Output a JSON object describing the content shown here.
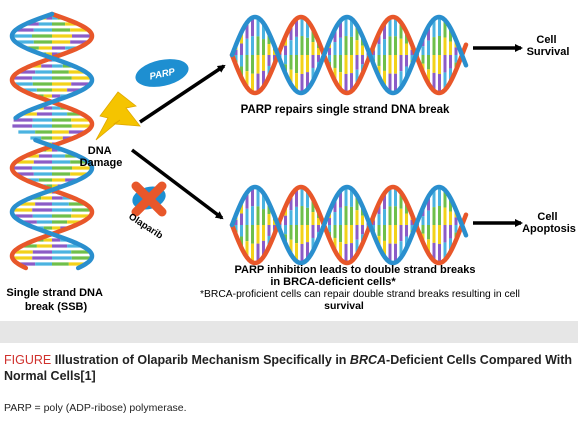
{
  "diagram": {
    "cell_survival": "Cell\nSurvival",
    "cell_apoptosis": "Cell\nApoptosis",
    "parp_repairs": "PARP repairs single strand DNA break",
    "parp_badge": "PARP",
    "olaparib": "Olaparib",
    "dna_damage": "DNA\nDamage",
    "ssb_label": "Single strand DNA\nbreak (SSB)",
    "inhibition_line1": "PARP inhibition leads to double strand breaks",
    "inhibition_line2": "in BRCA-deficient cells*",
    "note_line1": "*BRCA-proficient cells can repair double strand breaks resulting in cell",
    "note_line2": "survival"
  },
  "caption": {
    "figure_word": "FIGURE",
    "text_before": " Illustration of Olaparib Mechanism Specifically in ",
    "italic": "BRCA",
    "text_after": "-Deficient Cells Compared With Normal Cells[1]",
    "footnote": "PARP = poly (ADP-ribose) polymerase."
  },
  "colors": {
    "strand_orange": "#e8572a",
    "strand_blue": "#2a8fce",
    "rung_green": "#6fbf4a",
    "rung_yellow": "#f2d21a",
    "rung_purple": "#8b5cc7",
    "rung_blue": "#4bb3e0",
    "lightning": "#f5c400",
    "badge": "#1e8fd1",
    "inhibitor_x": "#e8572a",
    "caption_red": "#d0312d",
    "band_gray": "#e6e6e6"
  },
  "icons": [
    "lightning-icon",
    "parp-badge-icon",
    "inhibitor-x-icon",
    "arrow-icon"
  ]
}
